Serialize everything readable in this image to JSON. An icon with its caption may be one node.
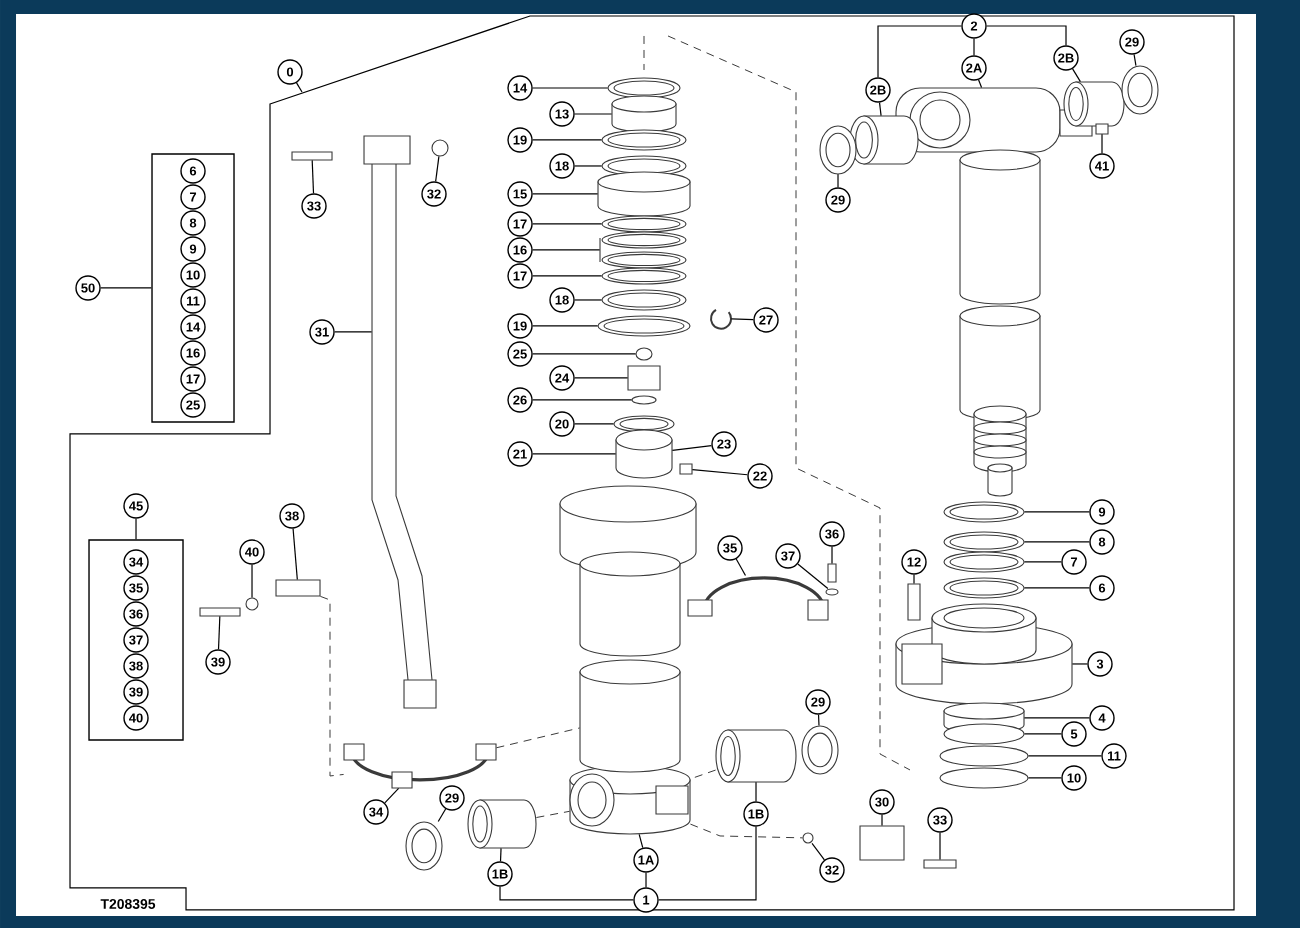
{
  "diagram": {
    "nodes": [
      {
        "text": [
          "0"
        ]
      },
      {
        "text": [
          "2"
        ]
      },
      {
        "text": [
          "2B"
        ]
      },
      {
        "text": [
          "2A"
        ]
      },
      {
        "text": [
          "2B"
        ]
      },
      {
        "text": [
          "29"
        ]
      },
      {
        "text": [
          "14"
        ]
      },
      {
        "text": [
          "13"
        ]
      },
      {
        "text": [
          "19"
        ]
      },
      {
        "text": [
          "18"
        ]
      },
      {
        "text": [
          "15"
        ]
      },
      {
        "text": [
          "17"
        ]
      },
      {
        "text": [
          "16"
        ]
      },
      {
        "text": [
          "17"
        ]
      },
      {
        "text": [
          "18"
        ]
      },
      {
        "text": [
          "19"
        ]
      },
      {
        "text": [
          "25"
        ]
      },
      {
        "text": [
          "24"
        ]
      },
      {
        "text": [
          "26"
        ]
      },
      {
        "text": [
          "20"
        ]
      },
      {
        "text": [
          "21"
        ]
      },
      {
        "text": [
          "33"
        ]
      },
      {
        "text": [
          "32"
        ]
      },
      {
        "text": [
          "29"
        ]
      },
      {
        "text": [
          "41"
        ]
      },
      {
        "text": [],
        "shape": "box"
      },
      {
        "text": [
          "6"
        ],
        "in": 25
      },
      {
        "text": [
          "7"
        ],
        "in": 25
      },
      {
        "text": [
          "8"
        ],
        "in": 25
      },
      {
        "text": [
          "9"
        ],
        "in": 25
      },
      {
        "text": [
          "10"
        ],
        "in": 25
      },
      {
        "text": [
          "11"
        ],
        "in": 25
      },
      {
        "text": [
          "14"
        ],
        "in": 25
      },
      {
        "text": [
          "16"
        ],
        "in": 25
      },
      {
        "text": [
          "17"
        ],
        "in": 25
      },
      {
        "text": [
          "25"
        ],
        "in": 25
      },
      {
        "text": [
          "50"
        ]
      },
      {
        "text": [
          "31"
        ]
      },
      {
        "text": [
          "27"
        ]
      },
      {
        "text": [
          "23"
        ]
      },
      {
        "text": [
          "22"
        ]
      },
      {
        "text": [
          "45"
        ]
      },
      {
        "text": [],
        "shape": "box"
      },
      {
        "text": [
          "34"
        ],
        "in": 42
      },
      {
        "text": [
          "35"
        ],
        "in": 42
      },
      {
        "text": [
          "36"
        ],
        "in": 42
      },
      {
        "text": [
          "37"
        ],
        "in": 42
      },
      {
        "text": [
          "38"
        ],
        "in": 42
      },
      {
        "text": [
          "39"
        ],
        "in": 42
      },
      {
        "text": [
          "40"
        ],
        "in": 42
      },
      {
        "text": [
          "38"
        ]
      },
      {
        "text": [
          "40"
        ]
      },
      {
        "text": [
          "12"
        ]
      },
      {
        "text": [
          "9"
        ]
      },
      {
        "text": [
          "8"
        ]
      },
      {
        "text": [
          "7"
        ]
      },
      {
        "text": [
          "6"
        ]
      },
      {
        "text": [
          "35"
        ]
      },
      {
        "text": [
          "37"
        ]
      },
      {
        "text": [
          "36"
        ]
      },
      {
        "text": [
          "39"
        ]
      },
      {
        "text": [
          "3"
        ]
      },
      {
        "text": [
          "4"
        ]
      },
      {
        "text": [
          "5"
        ]
      },
      {
        "text": [
          "11"
        ]
      },
      {
        "text": [
          "10"
        ]
      },
      {
        "text": [
          "29"
        ]
      },
      {
        "text": [
          "34"
        ]
      },
      {
        "text": [
          "29"
        ]
      },
      {
        "text": [
          "30"
        ]
      },
      {
        "text": [
          "1A"
        ]
      },
      {
        "text": [
          "1B"
        ]
      },
      {
        "text": [
          "33"
        ]
      },
      {
        "text": [
          "1B"
        ]
      },
      {
        "text": [
          "32"
        ]
      },
      {
        "text": [
          "1"
        ]
      },
      {
        "text": [],
        "shape": "circle"
      },
      {
        "text": [],
        "shape": "cylinder"
      },
      {
        "text": [],
        "shape": "circle"
      },
      {
        "text": [],
        "shape": "circle"
      },
      {
        "text": [],
        "shape": "cylinder"
      },
      {
        "text": [],
        "shape": "circle"
      },
      {
        "text": [],
        "shape": "picture"
      },
      {
        "text": [],
        "shape": "circle"
      },
      {
        "text": [],
        "shape": "circle"
      },
      {
        "text": [],
        "shape": "circle"
      },
      {
        "text": [],
        "shape": "circle"
      },
      {
        "text": [],
        "shape": "box"
      },
      {
        "text": [],
        "shape": "circle"
      },
      {
        "text": [],
        "shape": "circle"
      },
      {
        "text": [],
        "shape": "cylinder"
      },
      {
        "text": [],
        "shape": "box"
      },
      {
        "text": [],
        "shape": "picture"
      },
      {
        "text": [],
        "shape": "picture"
      },
      {
        "text": [],
        "shape": "box"
      },
      {
        "text": [],
        "shape": "circle"
      },
      {
        "text": [],
        "shape": "picture"
      },
      {
        "text": [],
        "shape": "cylinder"
      },
      {
        "text": [],
        "shape": "cylinder"
      },
      {
        "text": [],
        "shape": "circle"
      },
      {
        "text": [],
        "shape": "circle"
      },
      {
        "text": [],
        "shape": "box"
      },
      {
        "text": [],
        "shape": "box"
      },
      {
        "text": [],
        "shape": "circle"
      },
      {
        "text": [],
        "shape": "box"
      },
      {
        "text": [],
        "shape": "box"
      },
      {
        "text": [],
        "shape": "circle"
      },
      {
        "text": [],
        "shape": "circle"
      },
      {
        "text": [],
        "shape": "circle"
      },
      {
        "text": [],
        "shape": "circle"
      },
      {
        "text": [],
        "shape": "picture"
      },
      {
        "text": [],
        "shape": "cylinder"
      },
      {
        "text": [],
        "shape": "circle"
      },
      {
        "text": [],
        "shape": "circle"
      },
      {
        "text": [],
        "shape": "circle"
      },
      {
        "text": [],
        "shape": "circle"
      },
      {
        "text": [],
        "shape": "cylinder"
      },
      {
        "text": [],
        "shape": "circle"
      },
      {
        "text": [],
        "shape": "cylinder"
      },
      {
        "text": [],
        "shape": "picture"
      },
      {
        "text": [],
        "shape": "picture"
      },
      {
        "text": [],
        "shape": "circle"
      },
      {
        "text": [],
        "shape": "box"
      },
      {
        "text": [],
        "shape": "picture"
      },
      {
        "text": [],
        "shape": "box"
      },
      {
        "text": [],
        "shape": "box"
      },
      {
        "text": [],
        "shape": "circle"
      },
      {
        "text": [],
        "shape": "cylinder"
      },
      {
        "text": [],
        "shape": "cylinder"
      },
      {
        "text": [],
        "shape": "cylinder"
      },
      {
        "text": [],
        "shape": "cylinder"
      },
      {
        "text": [],
        "shape": "picture"
      },
      {
        "text": [],
        "shape": "box"
      }
    ],
    "edges": [
      {
        "from": 0,
        "to": null,
        "arrow": "none"
      },
      {
        "from": 1,
        "to": 2,
        "arrow": "none"
      },
      {
        "from": 1,
        "to": 3,
        "arrow": "none"
      },
      {
        "from": 1,
        "to": 4,
        "arrow": "none"
      },
      {
        "from": 2,
        "to": 97,
        "arrow": "none"
      },
      {
        "from": 3,
        "to": 96,
        "arrow": "none"
      },
      {
        "from": 4,
        "to": 98,
        "arrow": "none"
      },
      {
        "from": 5,
        "to": 99,
        "arrow": "none"
      },
      {
        "from": 6,
        "to": 76,
        "arrow": "none"
      },
      {
        "from": 7,
        "to": 77,
        "arrow": "none"
      },
      {
        "from": 8,
        "to": 78,
        "arrow": "none"
      },
      {
        "from": 9,
        "to": 79,
        "arrow": "none"
      },
      {
        "from": 10,
        "to": 80,
        "arrow": "none"
      },
      {
        "from": 11,
        "to": 81,
        "arrow": "none"
      },
      {
        "from": 12,
        "to": 82,
        "arrow": "none"
      },
      {
        "from": 13,
        "to": 83,
        "arrow": "none"
      },
      {
        "from": 14,
        "to": 84,
        "arrow": "none"
      },
      {
        "from": 15,
        "to": 85,
        "arrow": "none"
      },
      {
        "from": 16,
        "to": 86,
        "arrow": "none"
      },
      {
        "from": 17,
        "to": 87,
        "arrow": "none"
      },
      {
        "from": 18,
        "to": 88,
        "arrow": "none"
      },
      {
        "from": 19,
        "to": 89,
        "arrow": "none"
      },
      {
        "from": 20,
        "to": 90,
        "arrow": "none"
      },
      {
        "from": 21,
        "to": 94,
        "arrow": "none"
      },
      {
        "from": 22,
        "to": 95,
        "arrow": "none"
      },
      {
        "from": 23,
        "to": 100,
        "arrow": "none"
      },
      {
        "from": 24,
        "to": 101,
        "arrow": "none"
      },
      {
        "from": 36,
        "to": 25,
        "arrow": "none"
      },
      {
        "from": 37,
        "to": 93,
        "arrow": "none"
      },
      {
        "from": 38,
        "to": 92,
        "arrow": "none"
      },
      {
        "from": 39,
        "to": 90,
        "arrow": "none"
      },
      {
        "from": 40,
        "to": 91,
        "arrow": "none"
      },
      {
        "from": 41,
        "to": 42,
        "arrow": "none"
      },
      {
        "from": 50,
        "to": 102,
        "arrow": "none"
      },
      {
        "from": 51,
        "to": 103,
        "arrow": "none"
      },
      {
        "from": 52,
        "to": 105,
        "arrow": "none"
      },
      {
        "from": 53,
        "to": 106,
        "arrow": "none"
      },
      {
        "from": 54,
        "to": 107,
        "arrow": "none"
      },
      {
        "from": 55,
        "to": 108,
        "arrow": "none"
      },
      {
        "from": 56,
        "to": 109,
        "arrow": "none"
      },
      {
        "from": 57,
        "to": 120,
        "arrow": "none"
      },
      {
        "from": 58,
        "to": 121,
        "arrow": "none"
      },
      {
        "from": 59,
        "to": 122,
        "arrow": "none"
      },
      {
        "from": 60,
        "to": 104,
        "arrow": "none"
      },
      {
        "from": 61,
        "to": 110,
        "arrow": "none"
      },
      {
        "from": 62,
        "to": 111,
        "arrow": "none"
      },
      {
        "from": 63,
        "to": 112,
        "arrow": "none"
      },
      {
        "from": 64,
        "to": 113,
        "arrow": "none"
      },
      {
        "from": 65,
        "to": 114,
        "arrow": "none"
      },
      {
        "from": 66,
        "to": 115,
        "arrow": "none"
      },
      {
        "from": 67,
        "to": 119,
        "arrow": "none"
      },
      {
        "from": 68,
        "to": 117,
        "arrow": "none"
      },
      {
        "from": 69,
        "to": 124,
        "arrow": "none"
      },
      {
        "from": 70,
        "to": 123,
        "arrow": "none"
      },
      {
        "from": 71,
        "to": 116,
        "arrow": "none"
      },
      {
        "from": 72,
        "to": 125,
        "arrow": "none"
      },
      {
        "from": 73,
        "to": 118,
        "arrow": "none"
      },
      {
        "from": 74,
        "to": 126,
        "arrow": "none"
      },
      {
        "from": 75,
        "to": 70,
        "arrow": "none"
      },
      {
        "from": 75,
        "to": 71,
        "arrow": "none"
      },
      {
        "from": 75,
        "to": 73,
        "arrow": "none"
      },
      {
        "from": 102,
        "to": 119,
        "arrow": "none",
        "style": "dashed"
      },
      {
        "from": 118,
        "to": 123,
        "arrow": "none",
        "style": "dashed"
      },
      {
        "from": 116,
        "to": 123,
        "arrow": "none",
        "style": "dashed"
      },
      {
        "from": 119,
        "to": 129,
        "arrow": "none",
        "style": "dashed"
      },
      {
        "from": 123,
        "to": 126,
        "arrow": "none",
        "style": "dashed"
      }
    ],
    "labels": [
      "T208395"
    ]
  }
}
